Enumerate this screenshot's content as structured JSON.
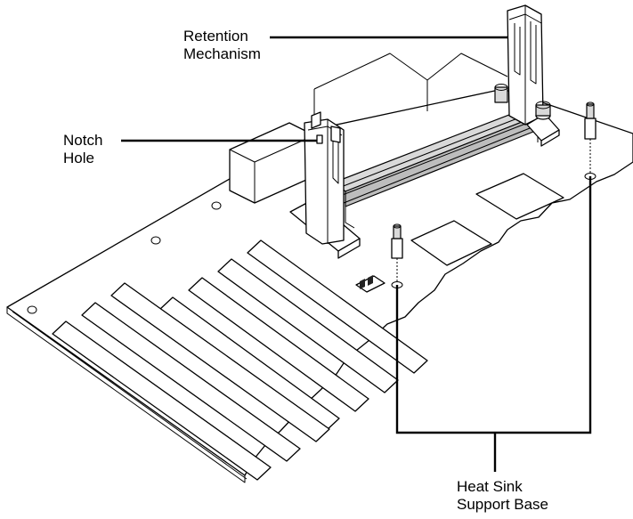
{
  "labels": {
    "retention": [
      "Retention",
      "Mechanism"
    ],
    "notch": [
      "Notch",
      "Hole"
    ],
    "heatsink": [
      "Heat Sink",
      "Support Base"
    ]
  }
}
